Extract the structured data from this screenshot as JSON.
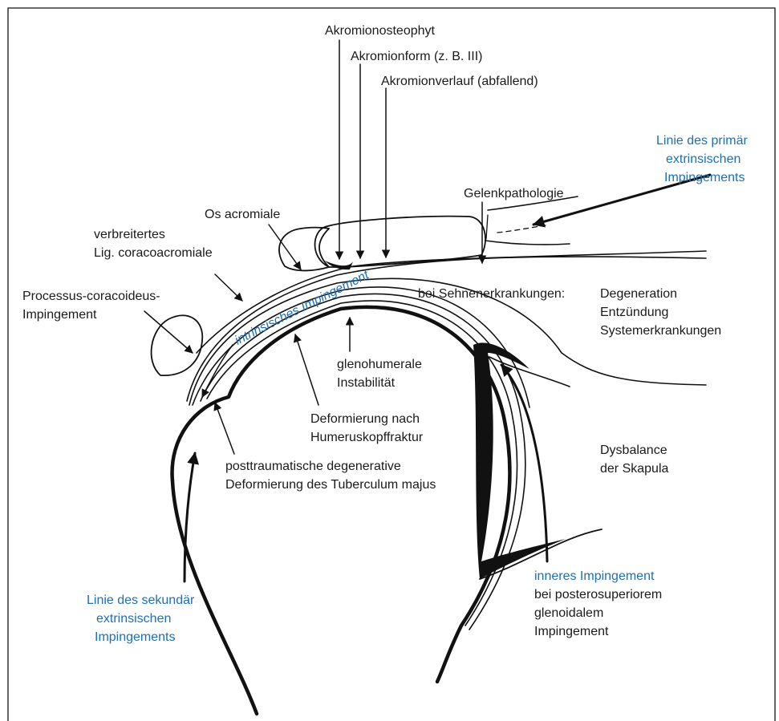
{
  "labels": {
    "akromionosteophyt": "Akromionosteophyt",
    "akromionform": "Akromionform (z. B. III)",
    "akromionverlauf": "Akromionverlauf (abfallend)",
    "linie_primaer_1": "Linie des primär",
    "linie_primaer_2": "extrinsischen",
    "linie_primaer_3": "Impingements",
    "gelenkpathologie": "Gelenkpathologie",
    "os_acromiale": "Os acromiale",
    "lig_1": "verbreitertes",
    "lig_2": "Lig. coracoacromiale",
    "proc_1": "Processus-coracoideus-",
    "proc_2": "Impingement",
    "intrinsisch": "intrinsisches Impingement",
    "sehnen": "bei Sehnenerkrankungen:",
    "degeneration": "Degeneration",
    "entzuendung": "Entzündung",
    "system": "Systemerkrankungen",
    "gleno_1": "glenohumerale",
    "gleno_2": "Instabilität",
    "deform_1": "Deformierung nach",
    "deform_2": "Humeruskopffraktur",
    "dysbalance_1": "Dysbalance",
    "dysbalance_2": "der Skapula",
    "posttrauma_1": "posttraumatische degenerative",
    "posttrauma_2": "Deformierung des Tuberculum majus",
    "inneres_1": "inneres Impingement",
    "inneres_2": "bei posterosuperiorem",
    "inneres_3": "glenoidalem",
    "inneres_4": "Impingement",
    "linie_sek_1": "Linie des sekundär",
    "linie_sek_2": "extrinsischen",
    "linie_sek_3": "Impingements"
  },
  "colors": {
    "text": "#1a1a1a",
    "accent_blue": "#1f6fb2",
    "line": "#111111"
  }
}
